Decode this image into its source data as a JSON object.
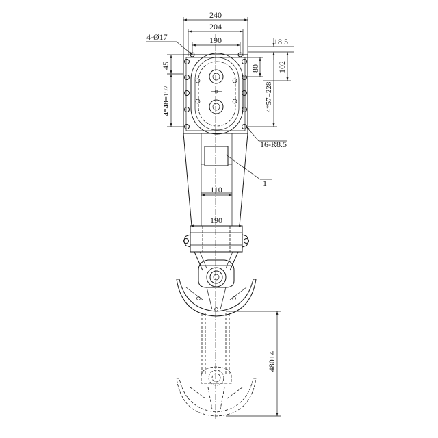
{
  "dimensions": {
    "w240": "240",
    "w204": "204",
    "w190_top": "190",
    "hole_callout": "4-Ø17",
    "d18_5": "18.5",
    "d80": "80",
    "d102": "102",
    "d45": "45",
    "d4x48": "4*48=192",
    "d4x57": "4*57=228",
    "r_callout": "16-R8.5",
    "part1": "1",
    "w110": "110",
    "w190_mid": "190",
    "len480": "480±4"
  }
}
